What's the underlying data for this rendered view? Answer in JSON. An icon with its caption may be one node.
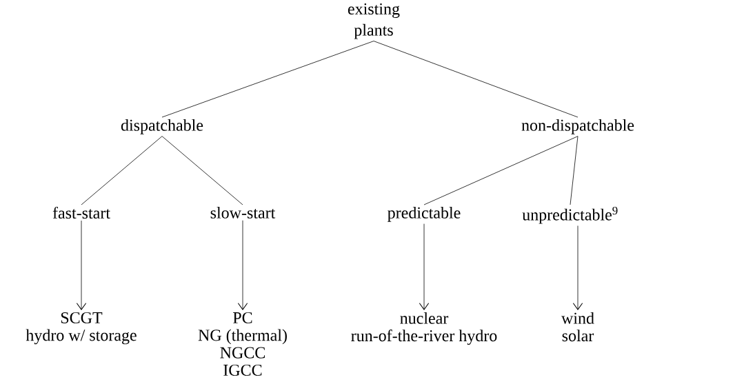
{
  "diagram": {
    "nodes": [
      {
        "text": [
          "existing plants"
        ]
      },
      {
        "text": [
          "dispatchable"
        ]
      },
      {
        "text": [
          "non-dispatchable"
        ]
      },
      {
        "text": [
          "fast-start"
        ]
      },
      {
        "text": [
          "slow-start"
        ]
      },
      {
        "text": [
          "predictable"
        ]
      },
      {
        "text": [
          "unpredictable$^{9}$"
        ]
      },
      {
        "text": [
          "SCGT",
          "hydro w/ storage"
        ]
      },
      {
        "text": [
          "PC",
          "NG (thermal)",
          "NGCC",
          "IGCC"
        ]
      },
      {
        "text": [
          "nuclear",
          "run-of-the-river hydro"
        ]
      },
      {
        "text": [
          "wind",
          "solar"
        ]
      }
    ],
    "edges": [
      {
        "from": 0,
        "to": 1,
        "arrow": "none"
      },
      {
        "from": 0,
        "to": 2,
        "arrow": "none"
      },
      {
        "from": 1,
        "to": 3,
        "arrow": "none"
      },
      {
        "from": 1,
        "to": 4,
        "arrow": "none"
      },
      {
        "from": 2,
        "to": 5,
        "arrow": "none"
      },
      {
        "from": 2,
        "to": 6,
        "arrow": "none"
      },
      {
        "from": 3,
        "to": 7,
        "arrow": "to"
      },
      {
        "from": 4,
        "to": 8,
        "arrow": "to"
      },
      {
        "from": 5,
        "to": 9,
        "arrow": "to"
      },
      {
        "from": 6,
        "to": 10,
        "arrow": "to"
      }
    ]
  }
}
